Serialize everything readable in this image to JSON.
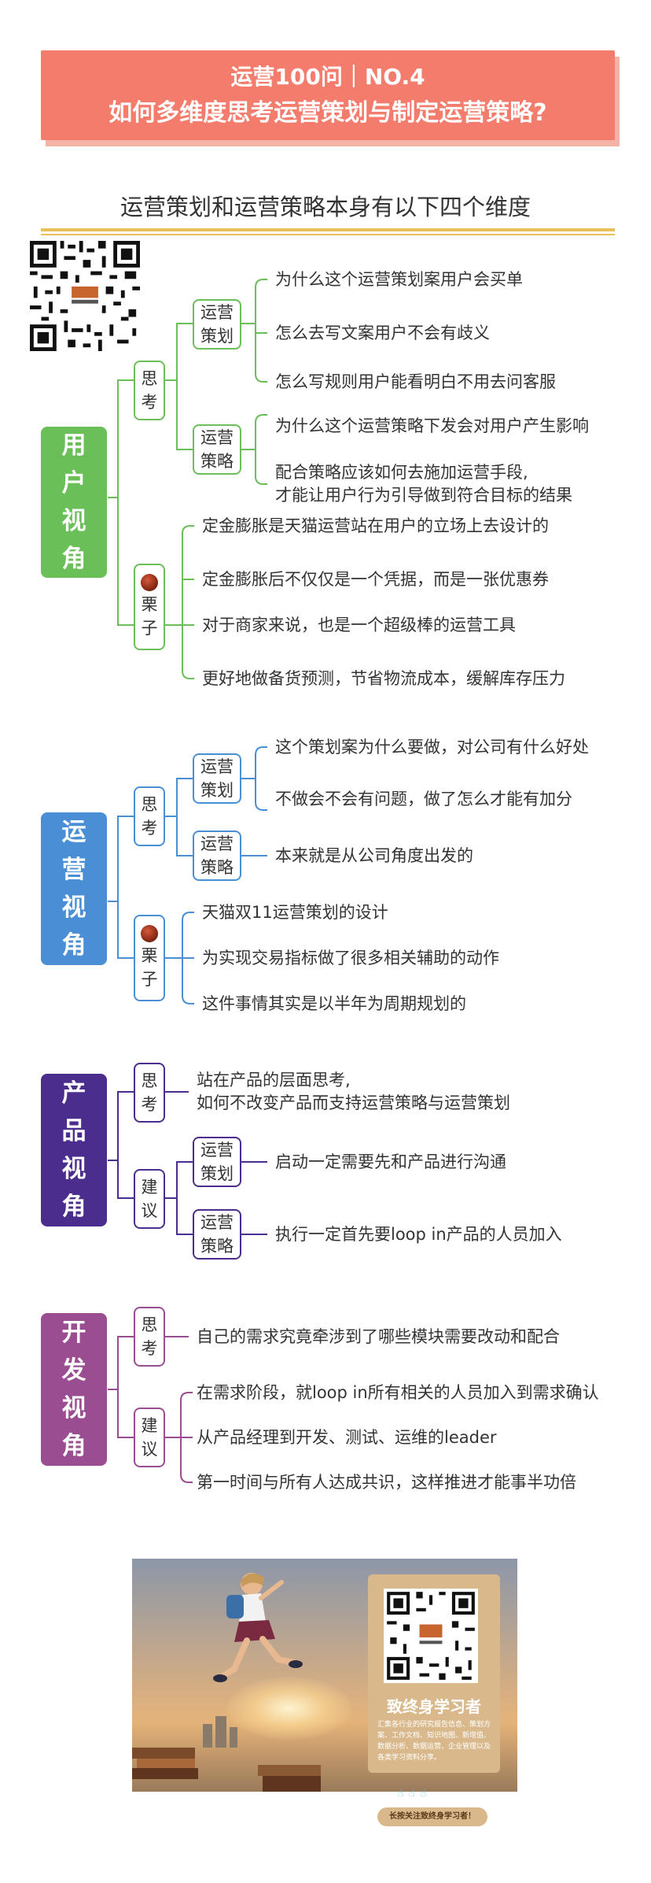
{
  "header": {
    "line1": "运营100问｜NO.4",
    "line2": "如何多维度思考运营策划与制定运营策略?"
  },
  "subtitle": "运营策划和运营策略本身有以下四个维度",
  "colors": {
    "user": "#6bbf59",
    "ops": "#4a8fd6",
    "product": "#4b2d8e",
    "dev": "#9b4d91",
    "banner": "#f47c6c",
    "rule": "#e9c15a"
  },
  "sections": {
    "user": {
      "title": [
        "用",
        "户",
        "视",
        "角"
      ],
      "think": [
        "思",
        "考"
      ],
      "example": [
        "栗",
        "子"
      ],
      "plan": [
        "运营",
        "策划"
      ],
      "strategy": [
        "运营",
        "策略"
      ],
      "plan_items": [
        "为什么这个运营策划案用户会买单",
        "怎么去写文案用户不会有歧义",
        "怎么写规则用户能看明白不用去问客服"
      ],
      "strategy_items": [
        "为什么这个运营策略下发会对用户产生影响",
        "配合策略应该如何去施加运营手段,",
        "才能让用户行为引导做到符合目标的结果"
      ],
      "example_items": [
        "定金膨胀是天猫运营站在用户的立场上去设计的",
        "定金膨胀后不仅仅是一个凭据，而是一张优惠券",
        "对于商家来说，也是一个超级棒的运营工具",
        "更好地做备货预测，节省物流成本，缓解库存压力"
      ]
    },
    "ops": {
      "title": [
        "运",
        "营",
        "视",
        "角"
      ],
      "think": [
        "思",
        "考"
      ],
      "example": [
        "栗",
        "子"
      ],
      "plan": [
        "运营",
        "策划"
      ],
      "strategy": [
        "运营",
        "策略"
      ],
      "plan_items": [
        "这个策划案为什么要做，对公司有什么好处",
        "不做会不会有问题，做了怎么才能有加分"
      ],
      "strategy_items": [
        "本来就是从公司角度出发的"
      ],
      "example_items": [
        "天猫双11运营策划的设计",
        "为实现交易指标做了很多相关辅助的动作",
        "这件事情其实是以半年为周期规划的"
      ]
    },
    "product": {
      "title": [
        "产",
        "品",
        "视",
        "角"
      ],
      "think": [
        "思",
        "考"
      ],
      "advice": [
        "建",
        "议"
      ],
      "plan": [
        "运营",
        "策划"
      ],
      "strategy": [
        "运营",
        "策略"
      ],
      "think_items": [
        "站在产品的层面思考,",
        "如何不改变产品而支持运营策略与运营策划"
      ],
      "plan_items": [
        "启动一定需要先和产品进行沟通"
      ],
      "strategy_items": [
        "执行一定首先要loop in产品的人员加入"
      ]
    },
    "dev": {
      "title": [
        "开",
        "发",
        "视",
        "角"
      ],
      "think": [
        "思",
        "考"
      ],
      "advice": [
        "建",
        "议"
      ],
      "think_items": [
        "自己的需求究竟牵涉到了哪些模块需要改动和配合"
      ],
      "advice_items": [
        "在需求阶段，就loop in所有相关的人员加入到需求确认",
        "从产品经理到开发、测试、运维的leader",
        "第一时间与所有人达成共识，这样推进才能事半功倍"
      ]
    }
  },
  "poster": {
    "title": "致终身学习者",
    "text": "汇集各行业的研究报告信息、策划方案、工作文档、知识地图、新增值、数据分析、数据运营、企业管理以及各类学习资料分享。",
    "pill": "长按关注致终身学习者！",
    "qr_caption": "致终身学习者"
  }
}
